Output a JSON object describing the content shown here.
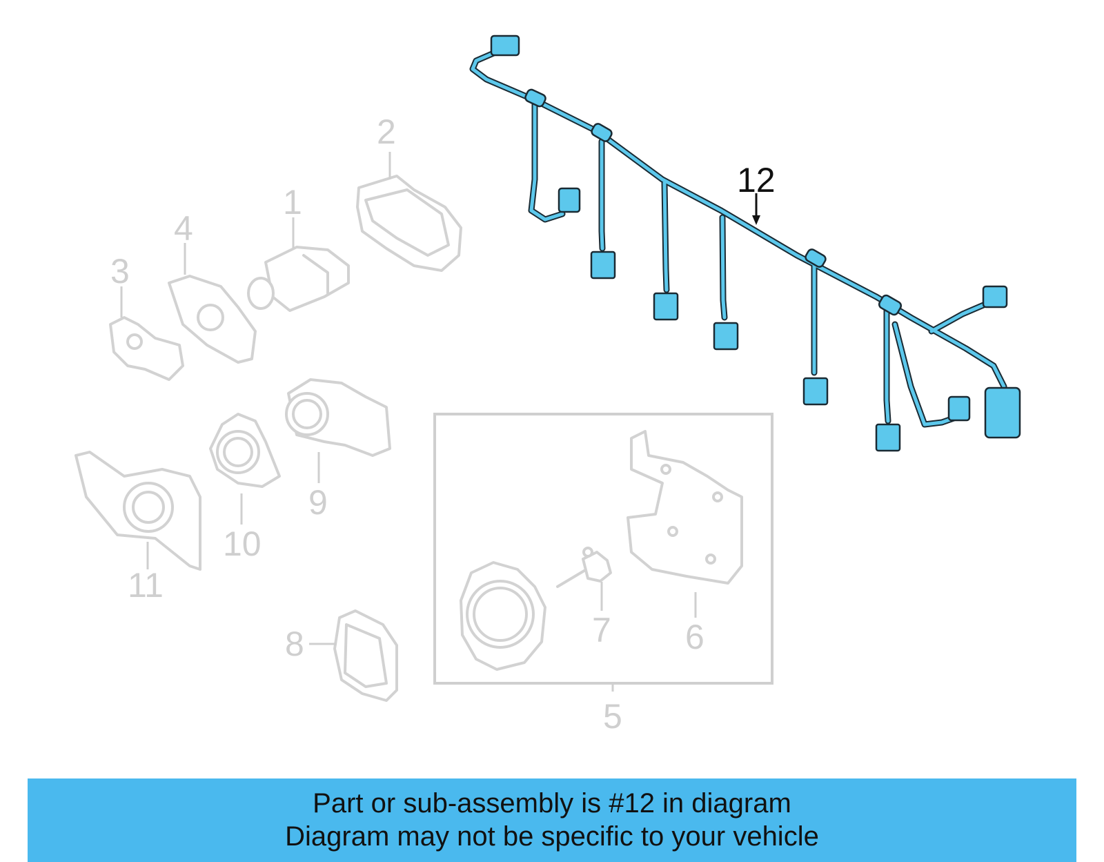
{
  "callouts": {
    "c1": "1",
    "c2": "2",
    "c3": "3",
    "c4": "4",
    "c5": "5",
    "c6": "6",
    "c7": "7",
    "c8": "8",
    "c9": "9",
    "c10": "10",
    "c11": "11",
    "c12": "12"
  },
  "highlighted_part": "12",
  "colors": {
    "highlight": "#5cc8ec",
    "banner": "#4ab9ee",
    "inactive_part": "#d2d2d2"
  },
  "banner": {
    "line1": "Part or sub-assembly is #12 in diagram",
    "line2": "Diagram may not be specific to your vehicle"
  }
}
